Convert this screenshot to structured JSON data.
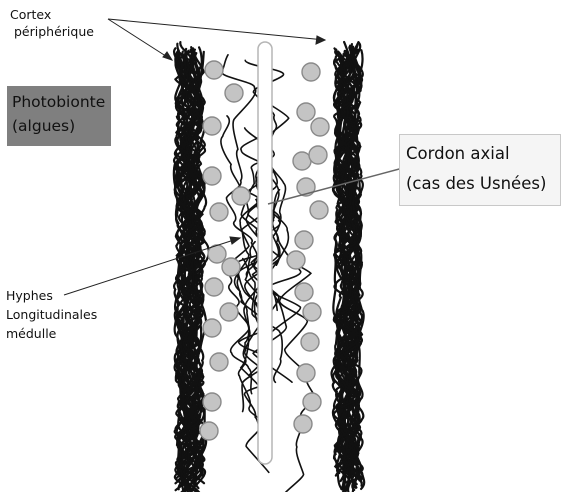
{
  "labels": {
    "cortex": [
      "Cortex",
      "périphérique"
    ],
    "photobionte": [
      "Photobionte",
      "(algues)"
    ],
    "cordon": [
      "Cordon axial",
      "(cas des Usnées)"
    ],
    "hyphes": [
      "Hyphes",
      "Longitudinales",
      "médulle"
    ]
  },
  "colors": {
    "algae_fill": "#c4c4c4",
    "algae_stroke": "#8a8a8a",
    "hyphae": "#111111",
    "photobionte_box": "#7f7f7f",
    "cordon_box": "#f5f5f5"
  }
}
